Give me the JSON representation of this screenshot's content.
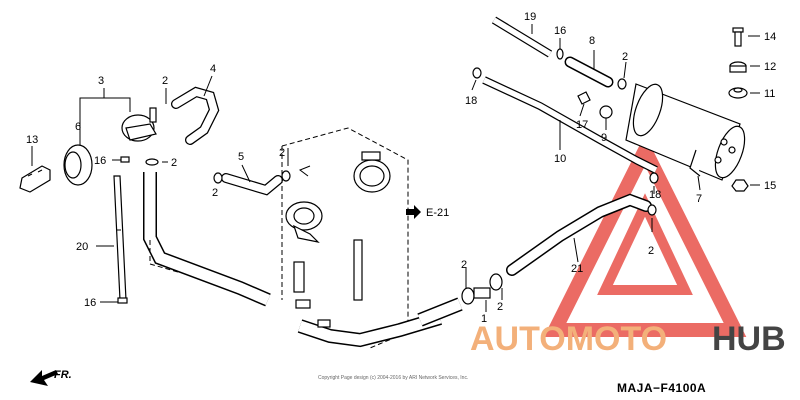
{
  "diagram": {
    "callouts": [
      {
        "id": "c1",
        "text": "1"
      },
      {
        "id": "c2a",
        "text": "2"
      },
      {
        "id": "c2b",
        "text": "2"
      },
      {
        "id": "c2c",
        "text": "2"
      },
      {
        "id": "c2d",
        "text": "2"
      },
      {
        "id": "c2e",
        "text": "2"
      },
      {
        "id": "c2f",
        "text": "2"
      },
      {
        "id": "c2g",
        "text": "2"
      },
      {
        "id": "c2h",
        "text": "2"
      },
      {
        "id": "c3",
        "text": "3"
      },
      {
        "id": "c4",
        "text": "4"
      },
      {
        "id": "c5",
        "text": "5"
      },
      {
        "id": "c6",
        "text": "6"
      },
      {
        "id": "c7",
        "text": "7"
      },
      {
        "id": "c8",
        "text": "8"
      },
      {
        "id": "c9",
        "text": "9"
      },
      {
        "id": "c10",
        "text": "10"
      },
      {
        "id": "c11",
        "text": "11"
      },
      {
        "id": "c12",
        "text": "12"
      },
      {
        "id": "c13",
        "text": "13"
      },
      {
        "id": "c14",
        "text": "14"
      },
      {
        "id": "c15",
        "text": "15"
      },
      {
        "id": "c16a",
        "text": "16"
      },
      {
        "id": "c16b",
        "text": "16"
      },
      {
        "id": "c16c",
        "text": "16"
      },
      {
        "id": "c17",
        "text": "17"
      },
      {
        "id": "c18a",
        "text": "18"
      },
      {
        "id": "c18b",
        "text": "18"
      },
      {
        "id": "c19",
        "text": "19"
      },
      {
        "id": "c20",
        "text": "20"
      },
      {
        "id": "c21",
        "text": "21"
      }
    ],
    "reference": "E-21",
    "front_label": "FR.",
    "diagram_code": "MAJA−F4100A",
    "copyright": "Copyright Page design (c) 2004-2016 by ARI Network Services, Inc."
  },
  "watermark": {
    "text_part1": "AUTOMOTO",
    "text_part2": "HUB",
    "color_red": "#e8524a",
    "color_orange": "#f3b07a",
    "color_dark": "#444444"
  }
}
